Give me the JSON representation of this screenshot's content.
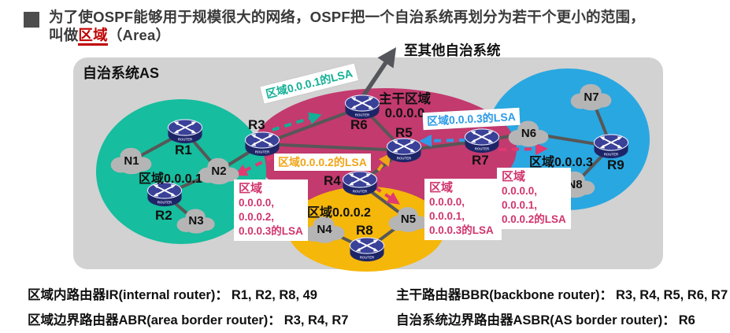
{
  "title": {
    "line1": "为了使OSPF能够用于规模很大的网络，OSPF把一个自治系统再划分为若干个更小的范围，",
    "line2_prefix": "叫做",
    "line2_highlight": "区域",
    "line2_suffix": "（Area）"
  },
  "diagram": {
    "as_label": "自治系统AS",
    "external_label": "至其他自治系统",
    "router_icon_label": "ROUTER",
    "panel_color": "#d2d2d2",
    "link_color": "#575757",
    "flood_arrow_color": "#E03A70",
    "areas": [
      {
        "label": "区域0.0.0.1",
        "color": "#16BD9E"
      },
      {
        "label_line1": "主干区域",
        "label_line2": "0.0.0.0",
        "color": "#C33A6E"
      },
      {
        "label": "区域0.0.0.2",
        "color": "#F5B70A"
      },
      {
        "label": "区域0.0.0.3",
        "color": "#29A7E1"
      }
    ],
    "routers": [
      {
        "id": "R1"
      },
      {
        "id": "R2"
      },
      {
        "id": "R3"
      },
      {
        "id": "R4"
      },
      {
        "id": "R5"
      },
      {
        "id": "R6"
      },
      {
        "id": "R7"
      },
      {
        "id": "R8"
      },
      {
        "id": "R9"
      }
    ],
    "networks": [
      {
        "id": "N1"
      },
      {
        "id": "N2"
      },
      {
        "id": "N3"
      },
      {
        "id": "N4"
      },
      {
        "id": "N5"
      },
      {
        "id": "N6"
      },
      {
        "id": "N7"
      },
      {
        "id": "N8"
      }
    ],
    "lsa_flows": [
      {
        "label": "区域0.0.0.1的LSA",
        "color": "#12B096"
      },
      {
        "label": "区域0.0.0.2的LSA",
        "color": "#F0A517"
      },
      {
        "label": "区域0.0.0.3的LSA",
        "color": "#2D9BE8"
      }
    ],
    "lsa_boxes": [
      {
        "header": "区域",
        "lines": [
          "0.0.0.0,",
          "0.0.0.2,",
          "0.0.0.3的LSA"
        ]
      },
      {
        "header": "区域",
        "lines": [
          "0.0.0.0,",
          "0.0.0.1,",
          "0.0.0.3的LSA"
        ]
      },
      {
        "header": "区域",
        "lines": [
          "0.0.0.0,",
          "0.0.0.1,",
          "0.0.0.2的LSA"
        ]
      }
    ]
  },
  "footer": {
    "items": [
      {
        "label": "区域内路由器IR(internal router)：",
        "value": "R1, R2, R8, 49"
      },
      {
        "label": "区域边界路由器ABR(area border router)：",
        "value": "R3, R4, R7"
      },
      {
        "label": "主干路由器BBR(backbone router)：",
        "value": "R3, R4, R5, R6, R7"
      },
      {
        "label": "自治系统边界路由器ASBR(AS border router)：",
        "value": "R6"
      }
    ]
  }
}
